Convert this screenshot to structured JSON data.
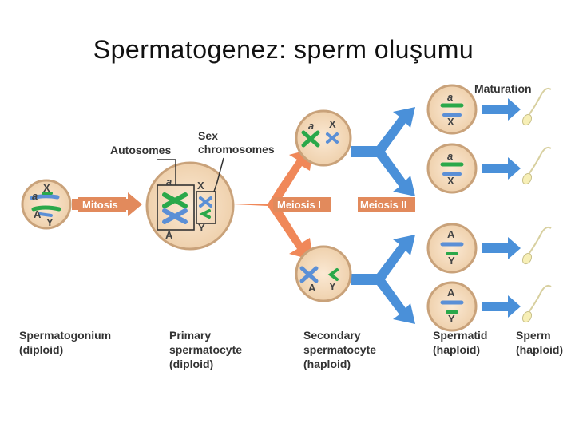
{
  "title": "Spermatogenez:  sperm oluşumu",
  "labels": {
    "autosomes": "Autosomes",
    "sex_line1": "Sex",
    "sex_line2": "chromosomes",
    "maturation": "Maturation",
    "mitosis": "Mitosis",
    "meiosis1": "Meiosis I",
    "meiosis2": "Meiosis II"
  },
  "stages": {
    "spermatogonium": [
      "Spermatogonium",
      "(diploid)"
    ],
    "primary": [
      "Primary",
      "spermatocyte",
      "(diploid)"
    ],
    "secondary": [
      "Secondary",
      "spermatocyte",
      "(haploid)"
    ],
    "spermatid": [
      "Spermatid",
      "(haploid)"
    ],
    "sperm": [
      "Sperm",
      "(haploid)"
    ]
  },
  "alleles": {
    "a": "a",
    "A": "A",
    "X": "X",
    "Y": "Y"
  },
  "colors": {
    "cell_fill": "#f3dcc0",
    "cell_ring": "#c9a27a",
    "arrow_blue": "#4a90d9",
    "arrow_orange": "#ef8250",
    "green": "#2aa84a",
    "blue": "#5b8fd6",
    "label_box": "#e28a5c"
  }
}
